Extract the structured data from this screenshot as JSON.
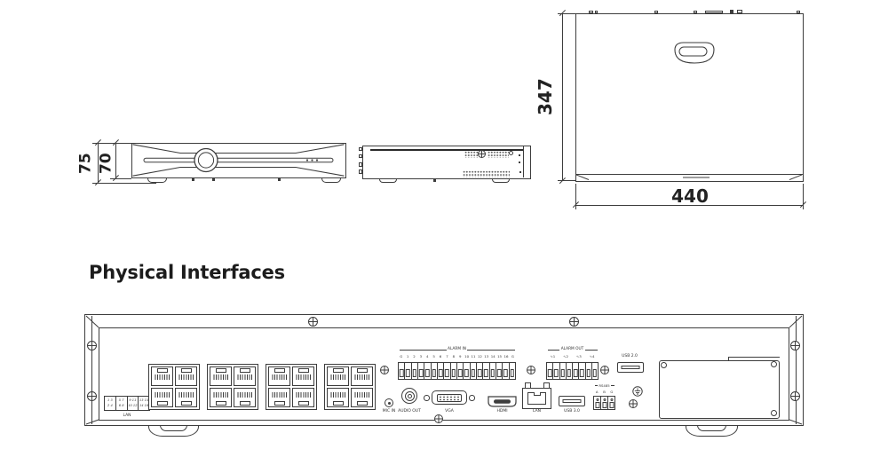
{
  "section_title": "Physical Interfaces",
  "dimensions": {
    "front_height_outer": "75",
    "front_height_inner": "70",
    "top_depth": "347",
    "top_width": "440"
  },
  "rear": {
    "led_block": {
      "label": "LAN",
      "rows": [
        [
          "1 3",
          "5 7",
          "9 11",
          "13 15"
        ],
        [
          "2 4",
          "6 8",
          "10 12",
          "14 16"
        ]
      ]
    },
    "alarm_in": {
      "label": "ALARM IN",
      "terminals": [
        "G",
        "1",
        "2",
        "3",
        "4",
        "5",
        "6",
        "7",
        "8",
        "9",
        "10",
        "11",
        "12",
        "13",
        "14",
        "15",
        "16",
        "G"
      ]
    },
    "alarm_out": {
      "label": "ALARM OUT",
      "channels": [
        "∿1",
        "∿2",
        "∿3",
        "∿4"
      ]
    },
    "rs485": {
      "label": "RS485",
      "pins": [
        "A",
        "B",
        "G"
      ]
    },
    "mic_in_label": "MIC IN",
    "audio_out_label": "AUDIO OUT",
    "vga_label": "VGA",
    "hdmi_label": "HDMI",
    "lan_label": "LAN",
    "usb2_label": "USB 2.0",
    "usb3_label": "USB 3.0"
  },
  "colors": {
    "line": "#3d3d3d",
    "text": "#222222"
  }
}
